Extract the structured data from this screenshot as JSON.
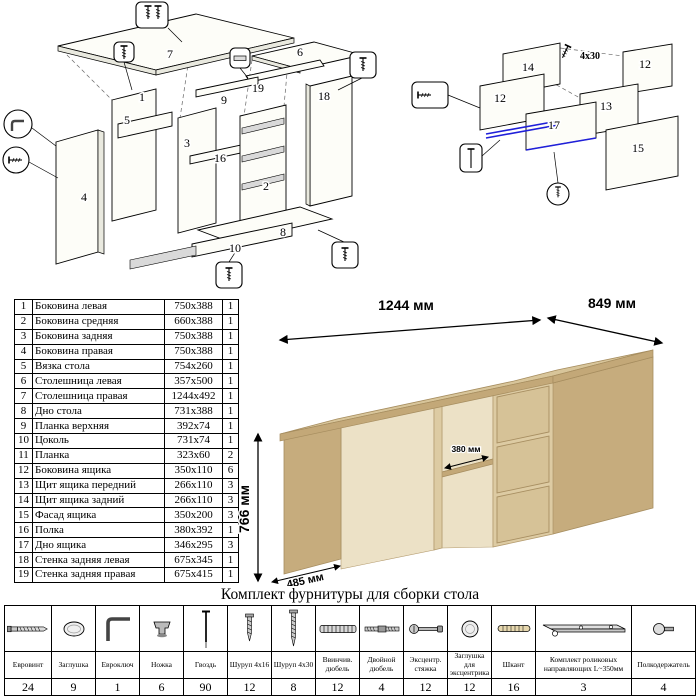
{
  "diagram_main": {
    "part_labels": [
      "7",
      "6",
      "19",
      "18",
      "9",
      "5",
      "1",
      "3",
      "16",
      "2",
      "4",
      "8",
      "10"
    ]
  },
  "diagram_detail": {
    "part_labels": [
      "14",
      "12",
      "12",
      "13",
      "17",
      "15"
    ],
    "screw_note": "4x30"
  },
  "desk": {
    "dim_width": "1244 мм",
    "dim_depth": "849 мм",
    "dim_height": "766 мм",
    "dim_shelf_depth": "380 мм",
    "dim_left_depth": "485 мм"
  },
  "parts_table": {
    "rows": [
      {
        "num": "1",
        "name": "Боковина левая",
        "size": "750x388",
        "qty": "1"
      },
      {
        "num": "2",
        "name": "Боковина средняя",
        "size": "660x388",
        "qty": "1"
      },
      {
        "num": "3",
        "name": "Боковина задняя",
        "size": "750x388",
        "qty": "1"
      },
      {
        "num": "4",
        "name": "Боковина правая",
        "size": "750x388",
        "qty": "1"
      },
      {
        "num": "5",
        "name": "Вязка стола",
        "size": "754x260",
        "qty": "1"
      },
      {
        "num": "6",
        "name": "Столешница левая",
        "size": "357x500",
        "qty": "1"
      },
      {
        "num": "7",
        "name": "Столешница правая",
        "size": "1244x492",
        "qty": "1"
      },
      {
        "num": "8",
        "name": "Дно стола",
        "size": "731x388",
        "qty": "1"
      },
      {
        "num": "9",
        "name": "Планка верхняя",
        "size": "392x74",
        "qty": "1"
      },
      {
        "num": "10",
        "name": "Цоколь",
        "size": "731x74",
        "qty": "1"
      },
      {
        "num": "11",
        "name": "Планка",
        "size": "323x60",
        "qty": "2"
      },
      {
        "num": "12",
        "name": "Боковина ящика",
        "size": "350x110",
        "qty": "6"
      },
      {
        "num": "13",
        "name": "Щит ящика передний",
        "size": "266x110",
        "qty": "3"
      },
      {
        "num": "14",
        "name": "Щит ящика задний",
        "size": "266x110",
        "qty": "3"
      },
      {
        "num": "15",
        "name": "Фасад ящика",
        "size": "350x200",
        "qty": "3"
      },
      {
        "num": "16",
        "name": "Полка",
        "size": "380x392",
        "qty": "1"
      },
      {
        "num": "17",
        "name": "Дно ящика",
        "size": "346x295",
        "qty": "3"
      },
      {
        "num": "18",
        "name": "Стенка задняя левая",
        "size": "675x345",
        "qty": "1"
      },
      {
        "num": "19",
        "name": "Стенка задняя правая",
        "size": "675x415",
        "qty": "1"
      }
    ]
  },
  "hardware": {
    "title": "Комплект фурнитуры для сборки стола",
    "items": [
      {
        "name": "Евровинт",
        "qty": "24",
        "icon": "euroconfirmat-icon"
      },
      {
        "name": "Заглушка",
        "qty": "9",
        "icon": "cap-icon"
      },
      {
        "name": "Евроключ",
        "qty": "1",
        "icon": "hex-key-icon"
      },
      {
        "name": "Ножка",
        "qty": "6",
        "icon": "furniture-leg-icon"
      },
      {
        "name": "Гвоздь",
        "qty": "90",
        "icon": "nail-icon"
      },
      {
        "name": "Шуруп 4x16",
        "qty": "12",
        "icon": "screw-short-icon"
      },
      {
        "name": "Шуруп 4x30",
        "qty": "8",
        "icon": "screw-long-icon"
      },
      {
        "name": "Ввинчив. дюбель",
        "qty": "12",
        "icon": "threaded-dowel-icon"
      },
      {
        "name": "Двойной дюбель",
        "qty": "4",
        "icon": "double-dowel-icon"
      },
      {
        "name": "Эксцентр. стяжка",
        "qty": "12",
        "icon": "cam-bolt-icon"
      },
      {
        "name": "Заглушка для эксцентрика",
        "qty": "12",
        "icon": "cam-cap-icon"
      },
      {
        "name": "Шкант",
        "qty": "16",
        "icon": "wood-dowel-icon"
      },
      {
        "name": "Комплект роликовых направляющих L~350мм",
        "qty": "3",
        "icon": "roller-slide-icon"
      },
      {
        "name": "Полкодержатель",
        "qty": "4",
        "icon": "shelf-pin-icon"
      }
    ]
  }
}
